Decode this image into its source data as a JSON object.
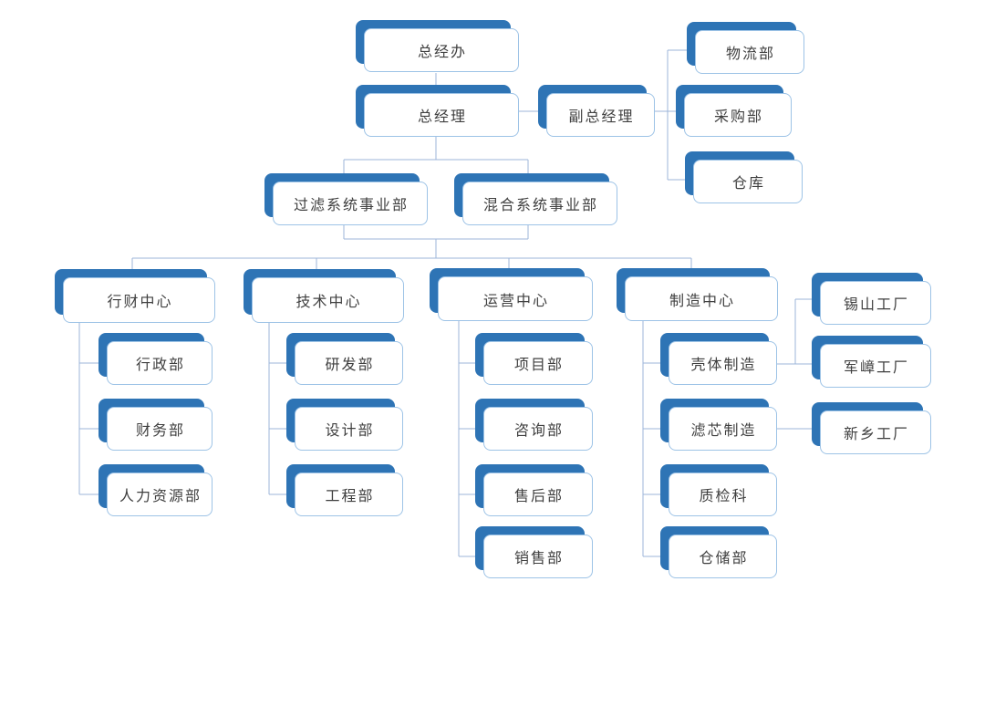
{
  "style": {
    "shadow_blue": "#2E74B5",
    "box_border": "#9DC3E6",
    "connector": "#9CB6DA",
    "text": "#3F3F3F",
    "bg": "#FFFFFF"
  },
  "org": {
    "top": {
      "gm_office": "总经办",
      "gm": "总经理",
      "deputy_gm": "副总经理"
    },
    "deputy_reports": {
      "logistics": "物流部",
      "purchasing": "采购部",
      "warehouse": "仓库"
    },
    "divisions": {
      "filtration": "过滤系统事业部",
      "mixing": "混合系统事业部"
    },
    "centers": {
      "admin_finance": "行财中心",
      "tech": "技术中心",
      "operations": "运营中心",
      "manufacturing": "制造中心"
    },
    "admin_finance_depts": {
      "admin": "行政部",
      "finance": "财务部",
      "hr": "人力资源部"
    },
    "tech_depts": {
      "rnd": "研发部",
      "design": "设计部",
      "engineering": "工程部"
    },
    "operations_depts": {
      "project": "项目部",
      "consulting": "咨询部",
      "aftersales": "售后部",
      "sales": "销售部"
    },
    "manufacturing_depts": {
      "shell_mfg": "壳体制造",
      "filter_mfg": "滤芯制造",
      "qc": "质检科",
      "warehousing": "仓储部"
    },
    "factories": {
      "xishan": "锡山工厂",
      "junzhang": "军嶂工厂",
      "xinxiang": "新乡工厂"
    }
  }
}
